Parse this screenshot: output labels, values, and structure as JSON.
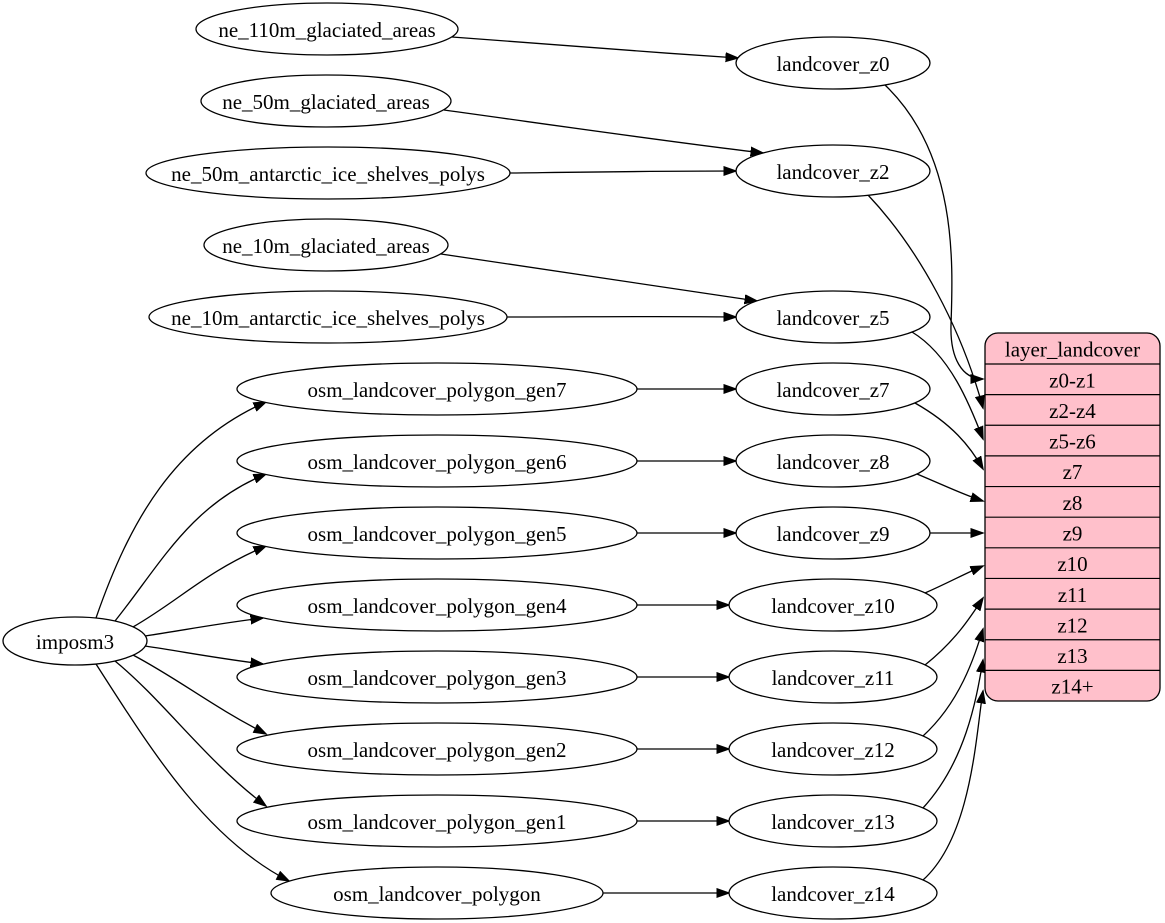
{
  "diagram": {
    "background": "#ffffff",
    "edge_color": "#000000",
    "node_fill": "#ffffff",
    "node_stroke": "#000000",
    "text_color": "#000000",
    "nodes": [
      {
        "id": "imposm3",
        "label": "imposm3"
      },
      {
        "id": "ne_110m_glaciated_areas",
        "label": "ne_110m_glaciated_areas"
      },
      {
        "id": "ne_50m_glaciated_areas",
        "label": "ne_50m_glaciated_areas"
      },
      {
        "id": "ne_50m_antarctic_ice_shelves_polys",
        "label": "ne_50m_antarctic_ice_shelves_polys"
      },
      {
        "id": "ne_10m_glaciated_areas",
        "label": "ne_10m_glaciated_areas"
      },
      {
        "id": "ne_10m_antarctic_ice_shelves_polys",
        "label": "ne_10m_antarctic_ice_shelves_polys"
      },
      {
        "id": "osm_landcover_polygon_gen7",
        "label": "osm_landcover_polygon_gen7"
      },
      {
        "id": "osm_landcover_polygon_gen6",
        "label": "osm_landcover_polygon_gen6"
      },
      {
        "id": "osm_landcover_polygon_gen5",
        "label": "osm_landcover_polygon_gen5"
      },
      {
        "id": "osm_landcover_polygon_gen4",
        "label": "osm_landcover_polygon_gen4"
      },
      {
        "id": "osm_landcover_polygon_gen3",
        "label": "osm_landcover_polygon_gen3"
      },
      {
        "id": "osm_landcover_polygon_gen2",
        "label": "osm_landcover_polygon_gen2"
      },
      {
        "id": "osm_landcover_polygon_gen1",
        "label": "osm_landcover_polygon_gen1"
      },
      {
        "id": "osm_landcover_polygon",
        "label": "osm_landcover_polygon"
      },
      {
        "id": "landcover_z0",
        "label": "landcover_z0"
      },
      {
        "id": "landcover_z2",
        "label": "landcover_z2"
      },
      {
        "id": "landcover_z5",
        "label": "landcover_z5"
      },
      {
        "id": "landcover_z7",
        "label": "landcover_z7"
      },
      {
        "id": "landcover_z8",
        "label": "landcover_z8"
      },
      {
        "id": "landcover_z9",
        "label": "landcover_z9"
      },
      {
        "id": "landcover_z10",
        "label": "landcover_z10"
      },
      {
        "id": "landcover_z11",
        "label": "landcover_z11"
      },
      {
        "id": "landcover_z12",
        "label": "landcover_z12"
      },
      {
        "id": "landcover_z13",
        "label": "landcover_z13"
      },
      {
        "id": "landcover_z14",
        "label": "landcover_z14"
      }
    ],
    "record": {
      "id": "layer_landcover",
      "title": "layer_landcover",
      "fill": "#ffc0cb",
      "rows": [
        "z0-z1",
        "z2-z4",
        "z5-z6",
        "z7",
        "z8",
        "z9",
        "z10",
        "z11",
        "z12",
        "z13",
        "z14+"
      ]
    },
    "edges": [
      {
        "from": "imposm3",
        "to": "osm_landcover_polygon_gen7"
      },
      {
        "from": "imposm3",
        "to": "osm_landcover_polygon_gen6"
      },
      {
        "from": "imposm3",
        "to": "osm_landcover_polygon_gen5"
      },
      {
        "from": "imposm3",
        "to": "osm_landcover_polygon_gen4"
      },
      {
        "from": "imposm3",
        "to": "osm_landcover_polygon_gen3"
      },
      {
        "from": "imposm3",
        "to": "osm_landcover_polygon_gen2"
      },
      {
        "from": "imposm3",
        "to": "osm_landcover_polygon_gen1"
      },
      {
        "from": "imposm3",
        "to": "osm_landcover_polygon"
      },
      {
        "from": "ne_110m_glaciated_areas",
        "to": "landcover_z0"
      },
      {
        "from": "ne_50m_glaciated_areas",
        "to": "landcover_z2"
      },
      {
        "from": "ne_50m_antarctic_ice_shelves_polys",
        "to": "landcover_z2"
      },
      {
        "from": "ne_10m_glaciated_areas",
        "to": "landcover_z5"
      },
      {
        "from": "ne_10m_antarctic_ice_shelves_polys",
        "to": "landcover_z5"
      },
      {
        "from": "osm_landcover_polygon_gen7",
        "to": "landcover_z7"
      },
      {
        "from": "osm_landcover_polygon_gen6",
        "to": "landcover_z8"
      },
      {
        "from": "osm_landcover_polygon_gen5",
        "to": "landcover_z9"
      },
      {
        "from": "osm_landcover_polygon_gen4",
        "to": "landcover_z10"
      },
      {
        "from": "osm_landcover_polygon_gen3",
        "to": "landcover_z11"
      },
      {
        "from": "osm_landcover_polygon_gen2",
        "to": "landcover_z12"
      },
      {
        "from": "osm_landcover_polygon_gen1",
        "to": "landcover_z13"
      },
      {
        "from": "osm_landcover_polygon",
        "to": "landcover_z14"
      },
      {
        "from": "landcover_z0",
        "to": "layer_landcover",
        "port": "z0-z1"
      },
      {
        "from": "landcover_z2",
        "to": "layer_landcover",
        "port": "z2-z4"
      },
      {
        "from": "landcover_z5",
        "to": "layer_landcover",
        "port": "z5-z6"
      },
      {
        "from": "landcover_z7",
        "to": "layer_landcover",
        "port": "z7"
      },
      {
        "from": "landcover_z8",
        "to": "layer_landcover",
        "port": "z8"
      },
      {
        "from": "landcover_z9",
        "to": "layer_landcover",
        "port": "z9"
      },
      {
        "from": "landcover_z10",
        "to": "layer_landcover",
        "port": "z10"
      },
      {
        "from": "landcover_z11",
        "to": "layer_landcover",
        "port": "z11"
      },
      {
        "from": "landcover_z12",
        "to": "layer_landcover",
        "port": "z12"
      },
      {
        "from": "landcover_z13",
        "to": "layer_landcover",
        "port": "z13"
      },
      {
        "from": "landcover_z14",
        "to": "layer_landcover",
        "port": "z14+"
      }
    ]
  }
}
